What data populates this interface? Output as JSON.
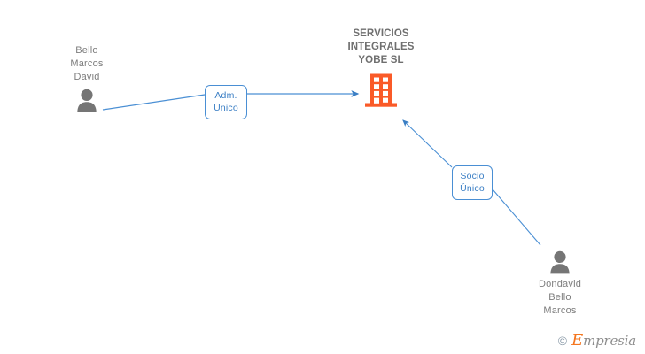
{
  "diagram": {
    "background_color": "#ffffff",
    "accent_company_color": "#fa5a28",
    "accent_person_color": "#757575",
    "accent_edge_color": "#4a8fd4",
    "nodes": [
      {
        "id": "person-admin",
        "type": "person",
        "icon": "person-icon",
        "label": "Bello\nMarcos\nDavid"
      },
      {
        "id": "company",
        "type": "company",
        "icon": "building-icon",
        "label": "SERVICIOS\nINTEGRALES\nYOBE SL"
      },
      {
        "id": "person-owner",
        "type": "person",
        "icon": "person-icon",
        "label": "Dondavid\nBello\nMarcos"
      }
    ],
    "edges": [
      {
        "id": "edge-adm",
        "from": "person-admin",
        "to": "company",
        "label": "Adm.\nUnico"
      },
      {
        "id": "edge-socio",
        "from": "person-owner",
        "to": "company",
        "label": "Socio\nÚnico"
      }
    ]
  },
  "watermark": {
    "copyright_symbol": "©",
    "brand_initial": "E",
    "brand_rest": "mpresia"
  }
}
